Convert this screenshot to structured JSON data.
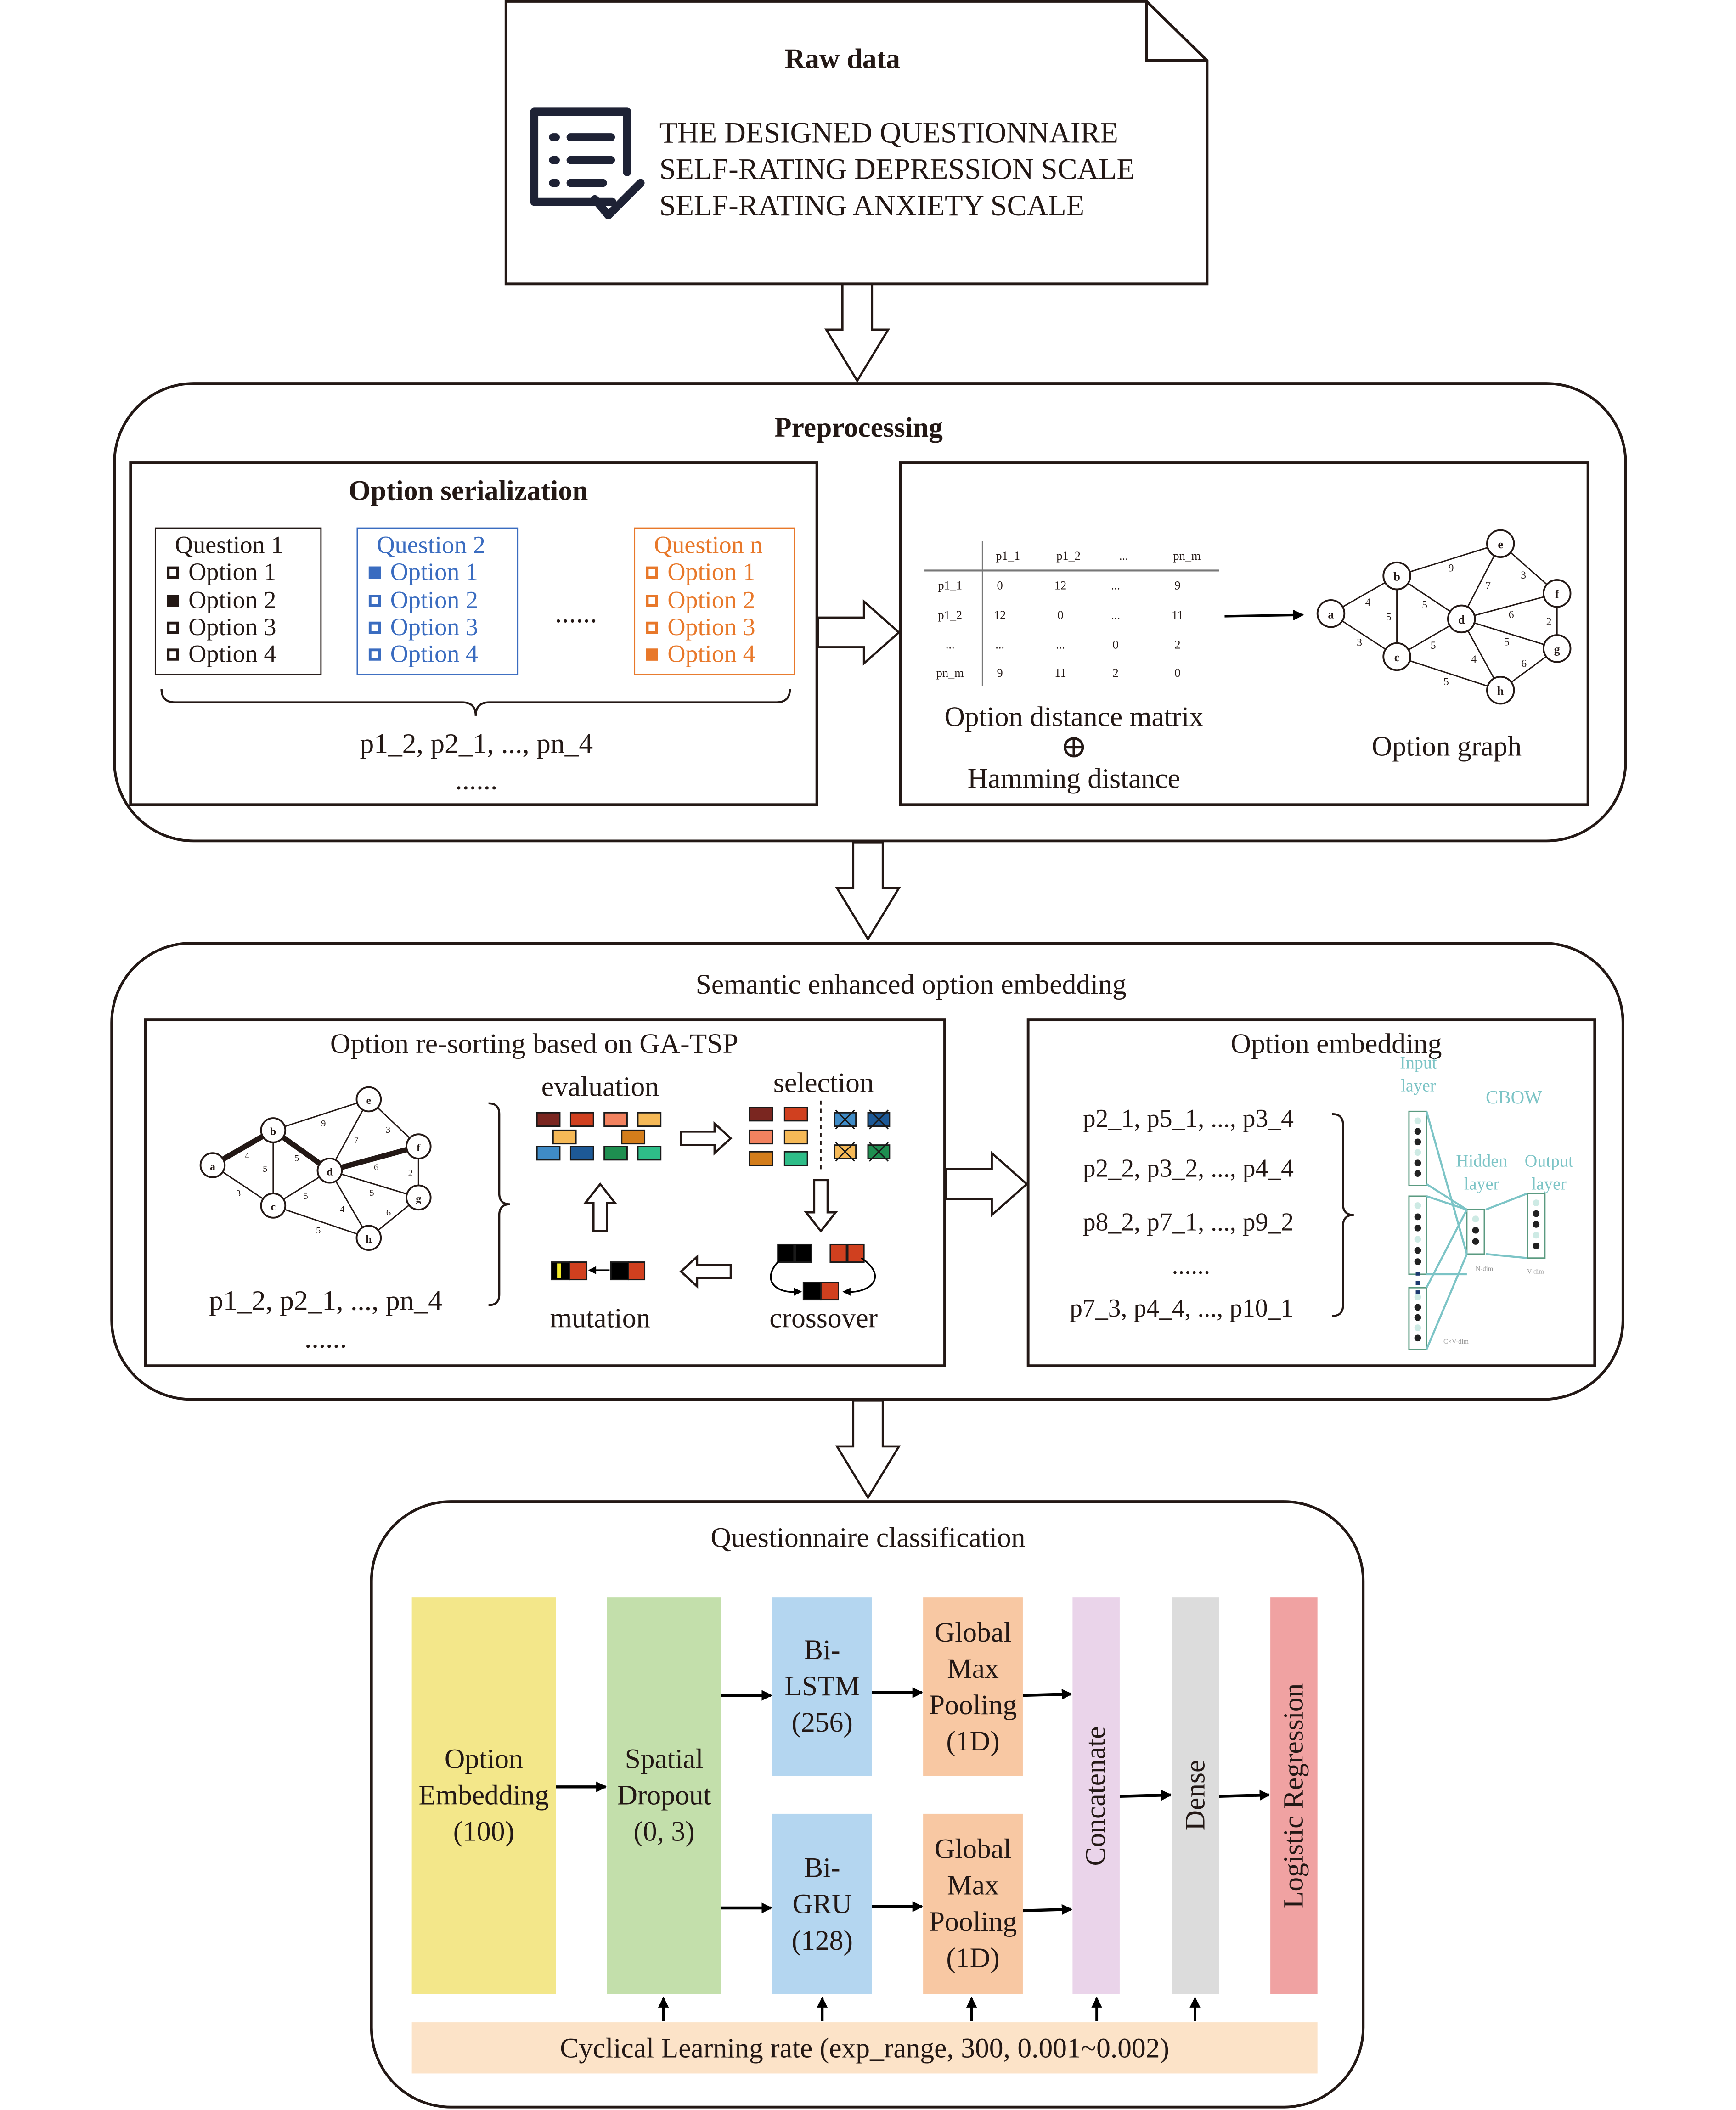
{
  "raw_data": {
    "title": "Raw data",
    "icon": "checklist-icon",
    "lines": [
      "THE DESIGNED QUESTIONNAIRE",
      "SELF-RATING DEPRESSION SCALE",
      "SELF-RATING ANXIETY SCALE"
    ]
  },
  "preprocessing": {
    "title": "Preprocessing",
    "option_serialization": {
      "title": "Option serialization",
      "questions": [
        {
          "label": "Question 1",
          "color": "#231815",
          "options": [
            "Option 1",
            "Option 2",
            "Option 3",
            "Option 4"
          ],
          "selected": 1
        },
        {
          "label": "Question 2",
          "color": "#3a6cc0",
          "options": [
            "Option 1",
            "Option 2",
            "Option 3",
            "Option 4"
          ],
          "selected": 0
        },
        {
          "label": "Question n",
          "color": "#e8782a",
          "options": [
            "Option 1",
            "Option 2",
            "Option 3",
            "Option 4"
          ],
          "selected": 3
        }
      ],
      "ellipsis": "......",
      "sequence": "p1_2, p2_1, ..., pn_4",
      "sequence_more": "......"
    },
    "distance": {
      "matrix": {
        "columns": [
          "p1_1",
          "p1_2",
          "...",
          "pn_m"
        ],
        "rows": [
          {
            "label": "p1_1",
            "values": [
              "0",
              "12",
              "...",
              "9"
            ]
          },
          {
            "label": "p1_2",
            "values": [
              "12",
              "0",
              "...",
              "11"
            ]
          },
          {
            "label": "...",
            "values": [
              "...",
              "...",
              "0",
              "2"
            ]
          },
          {
            "label": "pn_m",
            "values": [
              "9",
              "11",
              "2",
              "0"
            ]
          }
        ]
      },
      "matrix_label": "Option distance matrix",
      "plus_symbol": "⊕",
      "hamming_label": "Hamming distance",
      "graph_label": "Option graph"
    },
    "graph": {
      "nodes": [
        "a",
        "b",
        "c",
        "d",
        "e",
        "f",
        "g",
        "h"
      ],
      "edges": [
        {
          "from": "a",
          "to": "b",
          "w": "4"
        },
        {
          "from": "a",
          "to": "c",
          "w": "3"
        },
        {
          "from": "b",
          "to": "c",
          "w": "5"
        },
        {
          "from": "b",
          "to": "d",
          "w": "5"
        },
        {
          "from": "b",
          "to": "e",
          "w": "9"
        },
        {
          "from": "c",
          "to": "d",
          "w": "5"
        },
        {
          "from": "c",
          "to": "h",
          "w": "5"
        },
        {
          "from": "d",
          "to": "e",
          "w": "7"
        },
        {
          "from": "d",
          "to": "f",
          "w": "6"
        },
        {
          "from": "d",
          "to": "g",
          "w": "5"
        },
        {
          "from": "d",
          "to": "h",
          "w": "4"
        },
        {
          "from": "e",
          "to": "f",
          "w": "3"
        },
        {
          "from": "f",
          "to": "g",
          "w": "2"
        },
        {
          "from": "g",
          "to": "h",
          "w": "6"
        }
      ]
    }
  },
  "embedding": {
    "title": "Semantic enhanced option embedding",
    "ga_tsp": {
      "title": "Option re-sorting based on GA-TSP",
      "tour_edges": [
        [
          "a",
          "b"
        ],
        [
          "b",
          "d"
        ],
        [
          "d",
          "f"
        ]
      ],
      "sequence": "p1_2, p2_1, ..., pn_4",
      "sequence_more": "......",
      "steps": {
        "evaluation": "evaluation",
        "selection": "selection",
        "crossover": "crossover",
        "mutation": "mutation"
      },
      "population_colors": [
        "#7a2620",
        "#d0401f",
        "#f2825f",
        "#f5b957",
        "#f5b957",
        "#d37d1b",
        "#3f8bc6",
        "#1d5996",
        "#1e8e50",
        "#2ebd88"
      ],
      "selected_colors": [
        "#7a2620",
        "#d0401f",
        "#f2825f",
        "#f5b957",
        "#d37d1b",
        "#2ebd88"
      ],
      "rejected_colors": [
        "#3f8bc6",
        "#1d5996",
        "#f5b957",
        "#1e8e50"
      ],
      "mutation_color": "#f2ea2a"
    },
    "option_embedding": {
      "title": "Option embedding",
      "sequences": [
        "p2_1, p5_1, ..., p3_4",
        "p2_2, p3_2, ..., p4_4",
        "p8_2, p7_1, ..., p9_2",
        "......",
        "p7_3, p4_4, ..., p10_1"
      ],
      "cbow": {
        "title": "CBOW",
        "input": "Input layer",
        "hidden": "Hidden layer",
        "output": "Output layer",
        "n_dim": "N-dim",
        "v_dim": "V-dim",
        "cv_dim": "C×V-dim",
        "color": "#7cc4c6"
      }
    }
  },
  "classification": {
    "title": "Questionnaire classification",
    "blocks": {
      "embedding": {
        "label": "Option\nEmbedding\n(100)",
        "color": "#f3e78a"
      },
      "dropout": {
        "label": "Spatial\nDropout\n(0, 3)",
        "color": "#c3dfab"
      },
      "bilstm": {
        "label": "Bi-\nLSTM\n(256)",
        "color": "#b4d6f0"
      },
      "bigru": {
        "label": "Bi-\nGRU\n(128)",
        "color": "#b4d6f0"
      },
      "pool1": {
        "label": "Global\nMax\nPooling\n(1D)",
        "color": "#f8c8a3"
      },
      "pool2": {
        "label": "Global\nMax\nPooling\n(1D)",
        "color": "#f8c8a3"
      },
      "concat": {
        "label": "Concatenate",
        "color": "#ead4ea"
      },
      "dense": {
        "label": "Dense",
        "color": "#dcdcdc"
      },
      "logreg": {
        "label": "Logistic Regression",
        "color": "#f0a2a2"
      }
    },
    "clr": {
      "label": "Cyclical Learning rate (exp_range, 300, 0.001~0.002)",
      "color": "#fce3c8"
    }
  }
}
